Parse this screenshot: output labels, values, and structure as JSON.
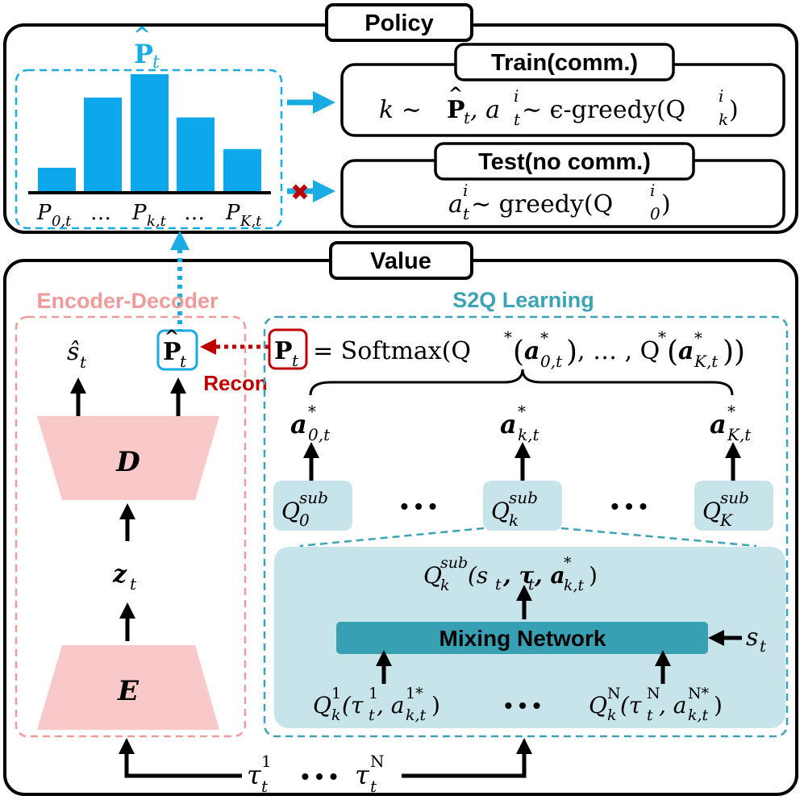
{
  "policy": {
    "title": "Policy",
    "dist_label_P": "P",
    "dist_label_sub": "t",
    "bar_values": [
      0.2,
      0.8,
      1.0,
      0.63,
      0.36
    ],
    "axis_labels": [
      "P",
      "…",
      "P",
      "…",
      "P"
    ],
    "axis_label_subs": [
      "0,t",
      "",
      "k,t",
      "",
      "K,t"
    ],
    "train": {
      "title": "Train(comm.)",
      "formula_k": "k ∼ ",
      "formula_P": "P",
      "formula_mid": ", a",
      "formula_i": "i",
      "formula_t": "t",
      "formula_rest": " ∼ ϵ-greedy(Q",
      "formula_k_sub": "k",
      "formula_close": ")"
    },
    "test": {
      "title": "Test(no comm.)",
      "formula_a": "a",
      "formula_i": "i",
      "formula_t": "t",
      "formula_rest": " ∼ greedy(Q",
      "formula_0": "0",
      "formula_close": ")"
    },
    "blocked_mark": "✖"
  },
  "value": {
    "title": "Value",
    "encoder_decoder": {
      "title": "Encoder-Decoder",
      "s_hat": "ŝ",
      "s_hat_sub": "t",
      "p_hat": "P",
      "p_hat_sub": "t",
      "decoder": "D",
      "latent": "z",
      "latent_sub": "t",
      "encoder": "E",
      "recon": "Recon"
    },
    "s2q": {
      "title": "S2Q Learning",
      "P_label": "P",
      "P_sub": "t",
      "softmax_text": "= Softmax(Q",
      "a_label": "a",
      "actions": [
        {
          "sup": "*",
          "sub": "0,t"
        },
        {
          "sup": "*",
          "sub": "k,t"
        },
        {
          "sup": "*",
          "sub": "K,t"
        }
      ],
      "q_label": "Q",
      "q_sup": "sub",
      "q_subs": [
        "0",
        "k",
        "K"
      ],
      "dots": "• • •",
      "mixing_network": "Mixing Network",
      "mix_out_Q": "Q",
      "mix_out_sup": "sub",
      "mix_out_sub": "k",
      "mix_out_args": "(s",
      "state_s": "s",
      "state_sub": "t",
      "agent_q": [
        {
          "sup": "1",
          "tau_sup": "1",
          "a_sup": "1*"
        },
        {
          "sup": "N",
          "tau_sup": "N",
          "a_sup": "N*"
        }
      ]
    },
    "inputs": {
      "tau": "τ",
      "sub": "t",
      "sup1": "1",
      "supN": "N",
      "dots": "• • •"
    }
  },
  "colors": {
    "bar_blue": "#0da8ec",
    "cyan_dashed": "#1aabe3",
    "red": "#c00000",
    "pink_fill": "#f9c8c8",
    "pink_dashed": "#f29a9a",
    "teal_dashed": "#3aa3b6",
    "teal_title": "#3aa3b6",
    "light_teal": "#c6e4ea",
    "mixing_fill": "#37a1b3"
  }
}
